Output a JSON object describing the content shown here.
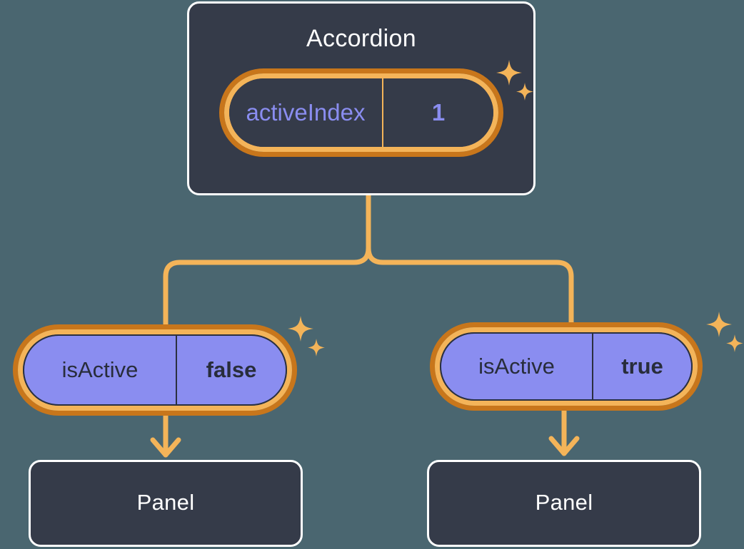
{
  "diagram": {
    "type": "component-state-tree",
    "background_color": "#4a6670",
    "accent_color": "#f4b459",
    "accent_dark_color": "#c8761b",
    "node_fill_color": "#353b49",
    "state_fill_color": "#8a8df0",
    "node_border_color": "#ffffff"
  },
  "root": {
    "title": "Accordion",
    "state": {
      "key": "activeIndex",
      "value": "1"
    },
    "sparkle_icon": "sparkles-icon"
  },
  "children": [
    {
      "state": {
        "key": "isActive",
        "value": "false"
      },
      "panel": {
        "title": "Panel"
      },
      "sparkle_icon": "sparkles-icon"
    },
    {
      "state": {
        "key": "isActive",
        "value": "true"
      },
      "panel": {
        "title": "Panel"
      },
      "sparkle_icon": "sparkles-icon"
    }
  ]
}
